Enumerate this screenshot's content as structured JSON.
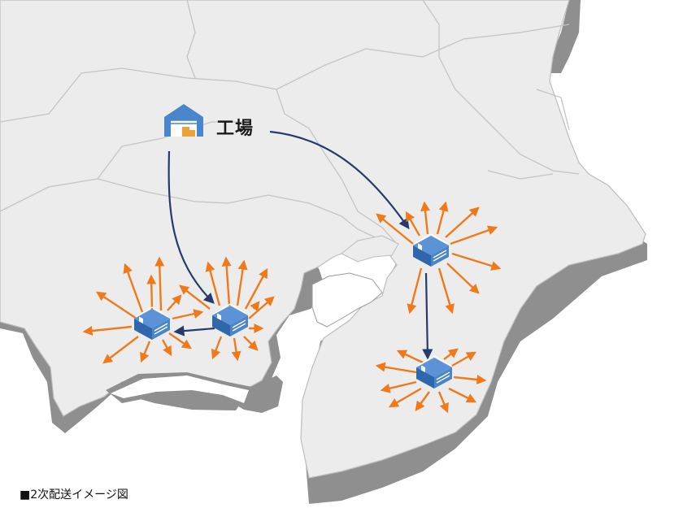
{
  "factory": {
    "label": "工場",
    "icon": "factory-icon"
  },
  "caption": "■2次配送イメージ図",
  "warehouses": [
    {
      "id": "warehouse-kanagawa-west",
      "icon": "warehouse-icon"
    },
    {
      "id": "warehouse-kanagawa-east",
      "icon": "warehouse-icon"
    },
    {
      "id": "warehouse-chiba-north",
      "icon": "warehouse-icon"
    },
    {
      "id": "warehouse-chiba-south",
      "icon": "warehouse-icon"
    }
  ],
  "colors": {
    "land": "#ececec",
    "land_shadow": "#8f8f8f",
    "border": "#bfbfbf",
    "route_arrow": "#263a6b",
    "delivery_arrow": "#f07a1a",
    "warehouse_blue": "#3a78c4"
  }
}
